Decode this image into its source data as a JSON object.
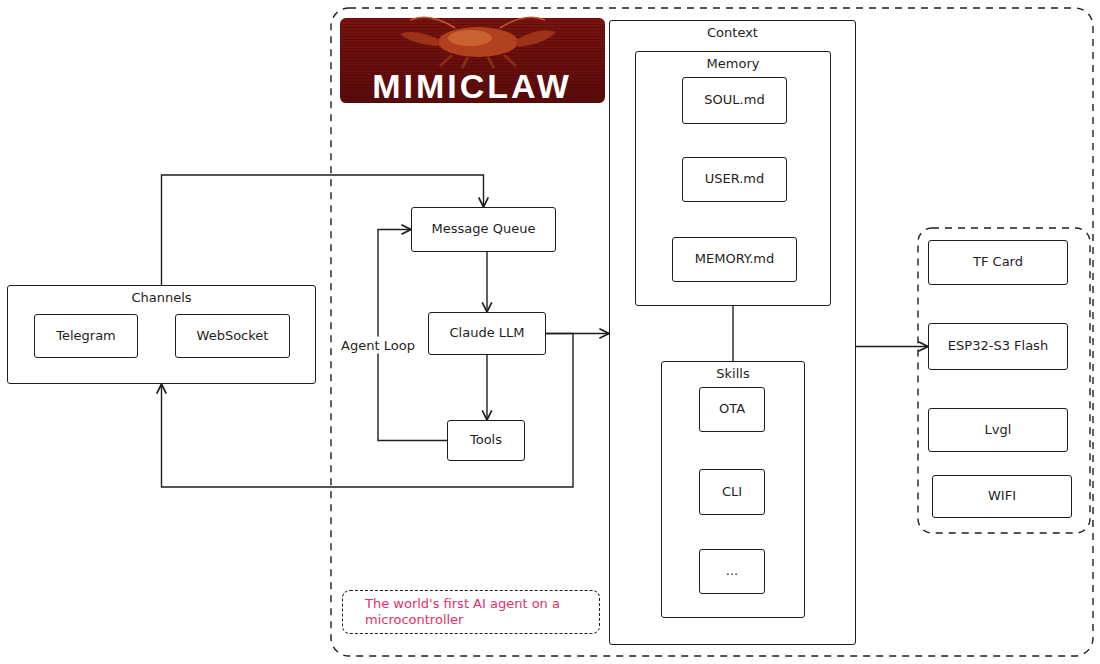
{
  "diagram": {
    "nodes": [
      {
        "text": [
          "Channels"
        ]
      },
      {
        "text": [
          "Telegram"
        ],
        "in": 0
      },
      {
        "text": [
          "WebSocket"
        ],
        "in": 0
      },
      {
        "text": [
          "Message Queue"
        ]
      },
      {
        "text": [
          "Claude LLM"
        ]
      },
      {
        "text": [
          "Tools"
        ]
      },
      {
        "text": [
          "Context"
        ]
      },
      {
        "text": [
          "Memory"
        ],
        "in": 6
      },
      {
        "text": [
          "SOUL.md"
        ],
        "in": 7
      },
      {
        "text": [
          "USER.md"
        ],
        "in": 7
      },
      {
        "text": [
          "MEMORY.md"
        ],
        "in": 7
      },
      {
        "text": [
          "Skills"
        ],
        "in": 6
      },
      {
        "text": [
          "OTA"
        ],
        "in": 11
      },
      {
        "text": [
          "CLI"
        ],
        "in": 11
      },
      {
        "text": [
          "..."
        ],
        "in": 11
      },
      {
        "text": [
          "TF Card"
        ]
      },
      {
        "text": [
          "ESP32-S3 Flash"
        ]
      },
      {
        "text": [
          "Lvgl"
        ]
      },
      {
        "text": [
          "WIFI"
        ]
      },
      {
        "text": [
          "The world's first AI agent on a microcontroller"
        ]
      }
    ],
    "edges": [
      {
        "from": 0,
        "to": 3,
        "arrow": "to"
      },
      {
        "from": 3,
        "to": 4,
        "arrow": "to"
      },
      {
        "from": 4,
        "to": 5,
        "arrow": "to"
      },
      {
        "from": 5,
        "to": 3,
        "label": "Agent Loop",
        "arrow": "to"
      },
      {
        "from": 4,
        "to": 6,
        "arrow": "to"
      },
      {
        "from": 4,
        "to": 0,
        "arrow": "to"
      },
      {
        "from": 7,
        "to": 11,
        "arrow": "none"
      },
      {
        "from": 6,
        "to": 16,
        "arrow": "to"
      }
    ],
    "labels": [
      "MIMICLAW"
    ]
  }
}
